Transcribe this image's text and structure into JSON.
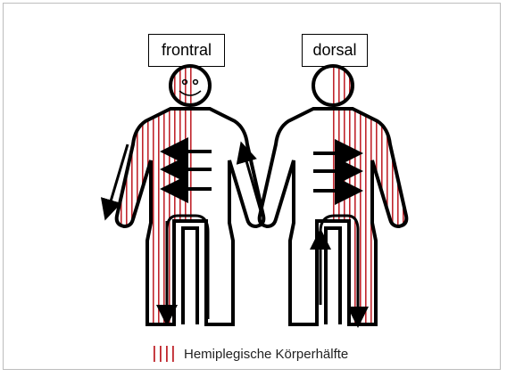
{
  "diagram": {
    "front_label": "frontral",
    "back_label": "dorsal",
    "legend_text": "Hemiplegische Körperhälfte"
  },
  "colors": {
    "stripe": "#c0262d",
    "outline": "#000000",
    "frame": "#bdbdbd"
  }
}
